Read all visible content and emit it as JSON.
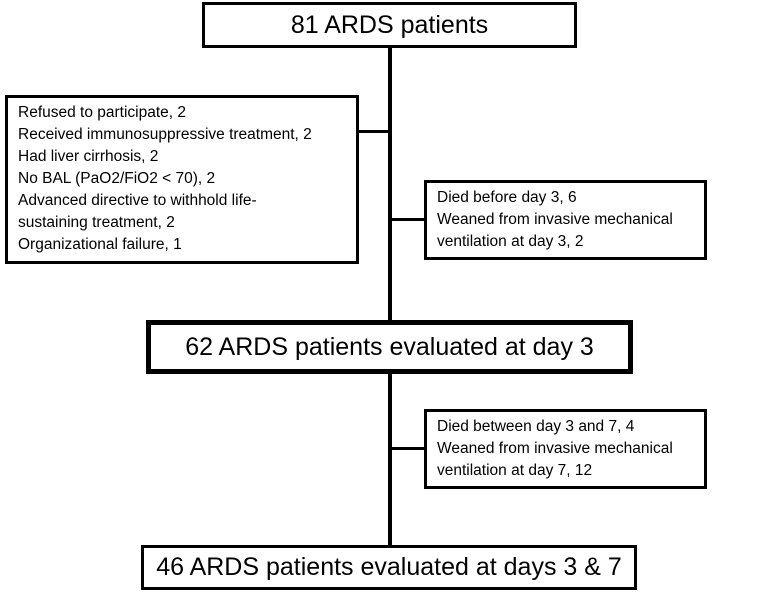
{
  "box_top": "81 ARDS patients",
  "box_middle": "62 ARDS patients evaluated at day 3",
  "box_bottom": "46 ARDS patients evaluated at days 3 & 7",
  "exclusion_left": [
    "Refused to participate, 2",
    "Received immunosuppressive treatment, 2",
    "Had liver cirrhosis, 2",
    "No BAL (PaO2/FiO2 < 70), 2",
    "Advanced directive to withhold life-",
    "sustaining treatment, 2",
    "Organizational failure, 1"
  ],
  "exclusion_right_1": [
    "Died before day 3, 6",
    "Weaned from invasive mechanical",
    "ventilation at day 3, 2"
  ],
  "exclusion_right_2": [
    "Died between day 3 and 7, 4",
    "Weaned from invasive mechanical",
    "ventilation at day 7, 12"
  ]
}
